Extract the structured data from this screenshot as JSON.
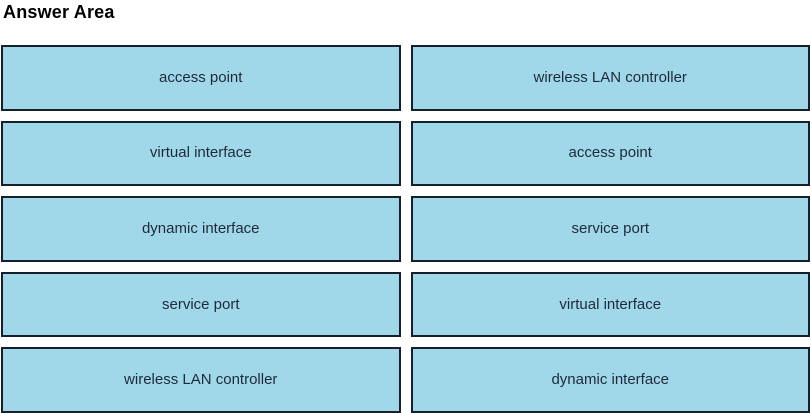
{
  "title": "Answer Area",
  "colors": {
    "box_fill": "#A0D8EA",
    "box_border": "#16202B",
    "box_text": "#1E2A38",
    "title_text": "#000000",
    "background": "#FFFFFF"
  },
  "left_column": {
    "items": [
      {
        "label": "access point"
      },
      {
        "label": "virtual interface"
      },
      {
        "label": "dynamic interface"
      },
      {
        "label": "service port"
      },
      {
        "label": "wireless LAN controller"
      }
    ]
  },
  "right_column": {
    "items": [
      {
        "label": "wireless LAN controller"
      },
      {
        "label": "access point"
      },
      {
        "label": "service port"
      },
      {
        "label": "virtual interface"
      },
      {
        "label": "dynamic interface"
      }
    ]
  }
}
